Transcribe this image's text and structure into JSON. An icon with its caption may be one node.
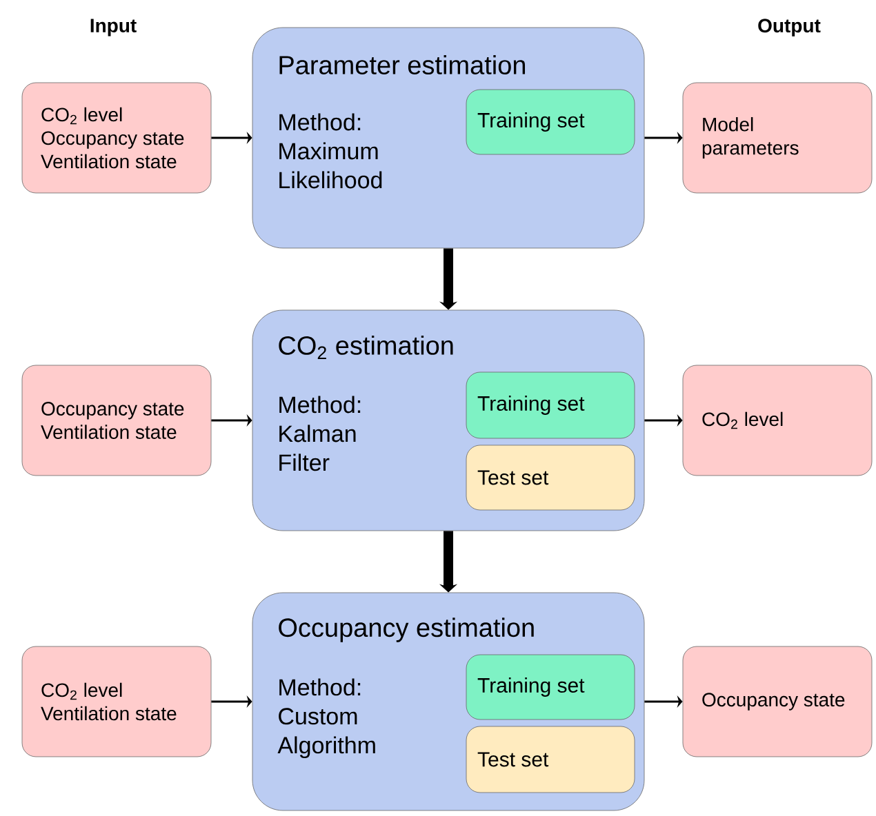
{
  "diagram": {
    "nodes": [
      {
        "text": [
          "CO$_{2}$ level",
          "Occupancy state",
          "Ventilation state"
        ]
      },
      {
        "text": [
          "Parameter estimation",
          "Method: Maximum Likelihood"
        ]
      },
      {
        "text": [
          "Training set"
        ],
        "in": 1
      },
      {
        "text": [
          "Model parameters"
        ]
      },
      {
        "text": [
          "Occupancy state",
          "Ventilation state"
        ]
      },
      {
        "text": [
          "CO$_{2}$ estimation",
          "Method: Kalman Filter"
        ]
      },
      {
        "text": [
          "Training set"
        ],
        "in": 5
      },
      {
        "text": [
          "Test set"
        ],
        "in": 5
      },
      {
        "text": [
          "CO$_{2}$ level"
        ]
      },
      {
        "text": [
          "CO$_{2}$ level",
          "Ventilation state"
        ]
      },
      {
        "text": [
          "Occupancy estimation",
          "Method: Custom Algorithm"
        ]
      },
      {
        "text": [
          "Training set"
        ],
        "in": 10
      },
      {
        "text": [
          "Test set"
        ],
        "in": 10
      },
      {
        "text": [
          "Occupancy state"
        ]
      }
    ],
    "edges": [
      {
        "from": 0,
        "to": 1,
        "arrow": "to"
      },
      {
        "from": 1,
        "to": 3,
        "arrow": "to"
      },
      {
        "from": 1,
        "to": 5,
        "arrow": "to",
        "style": "thick"
      },
      {
        "from": 4,
        "to": 5,
        "arrow": "to"
      },
      {
        "from": 5,
        "to": 8,
        "arrow": "to"
      },
      {
        "from": 5,
        "to": 10,
        "arrow": "to",
        "style": "thick"
      },
      {
        "from": 9,
        "to": 10,
        "arrow": "to"
      },
      {
        "from": 10,
        "to": 13,
        "arrow": "to"
      }
    ],
    "labels": [
      "Input",
      "Output"
    ]
  }
}
